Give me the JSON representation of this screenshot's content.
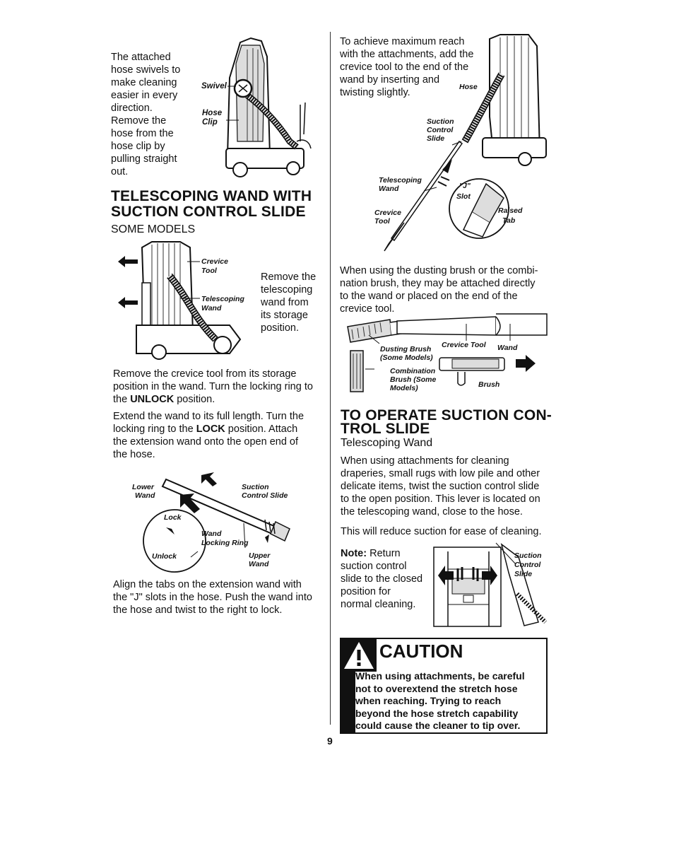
{
  "left": {
    "hose_para": [
      "The attached",
      "hose swivels to",
      "make cleaning",
      "easier in every",
      "direction.",
      "Remove the",
      "hose from the",
      "hose clip by",
      "pulling straight",
      "out."
    ],
    "fig1_labels": {
      "swivel": "Swivel",
      "hose": "Hose",
      "clip": "Clip"
    },
    "heading_line1": "TELESCOPING WAND WITH",
    "heading_line2": "SUCTION CONTROL SLIDE",
    "subheading": "SOME MODELS",
    "fig2_labels": {
      "crevice": "Crevice",
      "tool": "Tool",
      "telescoping": "Telescoping",
      "wand": "Wand"
    },
    "remove_para": [
      "Remove the",
      "telescoping",
      "wand from",
      "its storage",
      "position."
    ],
    "para2": [
      "Remove the crevice tool from its storage",
      "position in the wand. Turn the locking ring to",
      "the "
    ],
    "para2_bold": "UNLOCK",
    "para2_end": " position.",
    "para3_l1": "Extend the wand to its full length. Turn the",
    "para3_l2a": "locking ring to the ",
    "para3_bold": "LOCK",
    "para3_l2b": " position. Attach",
    "para3_l3": "the extension wand onto the open end of",
    "para3_l4": "the hose.",
    "fig3_labels": {
      "lower": "Lower",
      "lower_wand": "Wand",
      "suction": "Suction",
      "control_slide": "Control Slide",
      "lock": "Lock",
      "wand": "Wand",
      "locking_ring": "Locking Ring",
      "unlock": "Unlock",
      "upper": "Upper",
      "upper_wand": "Wand"
    },
    "para4": [
      "Align the tabs on the extension wand with",
      "the \"J\" slots in the hose. Push the wand into",
      "the hose and twist to the right to lock."
    ]
  },
  "right": {
    "para1": [
      "To achieve maximum reach",
      "with the attachments, add the",
      "crevice tool to the end of the",
      "wand by inserting and",
      "twisting slightly."
    ],
    "fig4_labels": {
      "hose": "Hose",
      "suction": "Suction",
      "control": "Control",
      "slide": "Slide",
      "telescoping": "Telescoping",
      "wand": "Wand",
      "j": "\"J\"",
      "slot": "Slot",
      "crevice": "Crevice",
      "tool": "Tool",
      "raised": "Raised",
      "tab": "Tab"
    },
    "para2": [
      "When using the dusting brush or the combi-",
      "nation brush, they may be attached directly",
      "to the wand or placed on the end of the",
      "crevice tool."
    ],
    "fig5_labels": {
      "dusting_brush": "Dusting Brush",
      "some_models": "(Some Models)",
      "crevice_tool": "Crevice Tool",
      "wand": "Wand",
      "combination": "Combination",
      "brush_some": "Brush (Some",
      "models": "Models)",
      "brush": "Brush"
    },
    "heading_line1": "TO OPERATE SUCTION CON-",
    "heading_line2": "TROL SLIDE",
    "subheading": "Telescoping Wand",
    "para3": [
      "When using attachments for cleaning",
      "draperies, small rugs with low pile and other",
      "delicate items, twist the suction control slide",
      "to the open position. This lever is located on",
      "the telescoping wand, close to the hose."
    ],
    "para4": "This will reduce suction for ease of cleaning.",
    "note_bold": "Note:",
    "note_l1": " Return",
    "note_lines": [
      "suction control",
      "slide to the closed",
      "position for",
      "normal cleaning."
    ],
    "fig6_labels": {
      "suction": "Suction",
      "control": "Control",
      "slide": "Slide"
    },
    "caution_title": "CAUTION",
    "caution_text": [
      "When using attachments, be careful",
      "not to overextend the stretch hose",
      "when reaching. Trying to reach",
      "beyond the hose stretch capability",
      "could cause the cleaner to tip over."
    ]
  },
  "page_number": "9"
}
